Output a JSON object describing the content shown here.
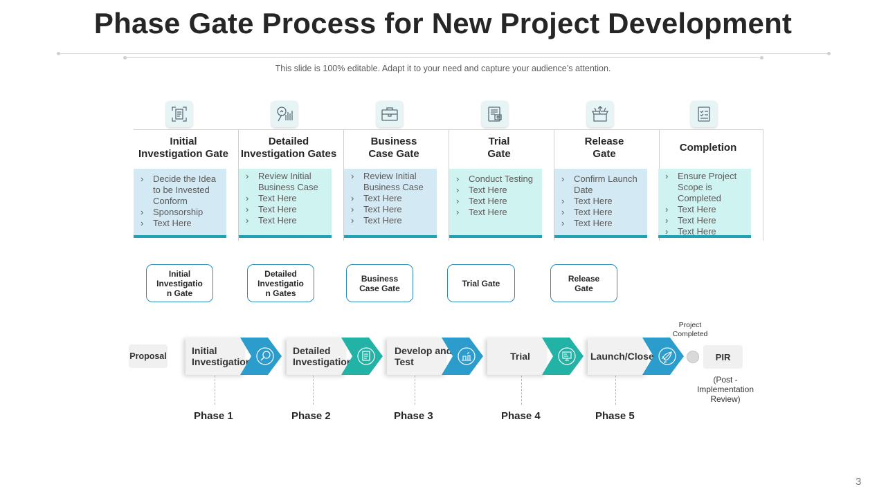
{
  "title": "Phase Gate Process for New Project Development",
  "subtitle": "This slide is 100% editable. Adapt it to your need and capture your audience’s attention.",
  "gates": [
    {
      "icon": "document-scan-icon",
      "heading_line1": "Initial",
      "heading_line2": "Investigation Gate",
      "color": "blue",
      "bullets": [
        "Decide the Idea to be Invested Conform",
        "Sponsorship",
        " Text Here"
      ]
    },
    {
      "icon": "magnifier-chart-icon",
      "heading_line1": "Detailed",
      "heading_line2": "Investigation Gates",
      "color": "teal",
      "bullets": [
        "Review Initial Business Case",
        "Text Here",
        "Text Here",
        "Text Here"
      ]
    },
    {
      "icon": "briefcase-icon",
      "heading_line1": "Business",
      "heading_line2": "Case Gate",
      "color": "blue",
      "bullets": [
        "Review Initial Business Case",
        "Text Here",
        "Text Here",
        "Text Here"
      ]
    },
    {
      "icon": "test-board-icon",
      "heading_line1": "Trial",
      "heading_line2": "Gate",
      "color": "teal",
      "bullets": [
        "Conduct Testing",
        " Text Here",
        " Text Here",
        " Text Here"
      ]
    },
    {
      "icon": "box-launch-icon",
      "heading_line1": "Release",
      "heading_line2": "Gate",
      "color": "blue",
      "bullets": [
        "Confirm Launch Date",
        "Text Here",
        "Text Here",
        "Text Here"
      ]
    },
    {
      "icon": "checklist-icon",
      "heading_line1": "Completion",
      "heading_line2": "",
      "color": "teal",
      "bullets": [
        "Ensure Project Scope is Completed",
        " Text Here",
        " Text Here",
        " Text Here"
      ]
    }
  ],
  "gate_buttons": [
    "Initial Investigatio n Gate",
    "Detailed Investigatio n Gates",
    "Business Case Gate",
    "Trial Gate",
    "Release Gate"
  ],
  "flow": {
    "start": "Proposal",
    "stages": [
      {
        "label": "Initial Investigation",
        "icon": "magnifier-eye-icon",
        "color": "#2b9ccc",
        "phase": "Phase 1"
      },
      {
        "label": "Detailed Investigation",
        "icon": "clipboard-icon",
        "color": "#22b2a6",
        "phase": "Phase 2"
      },
      {
        "label": "Develop and Test",
        "icon": "lab-bench-icon",
        "color": "#2b9ccc",
        "phase": "Phase 3"
      },
      {
        "label": "Trial",
        "icon": "monitor-test-icon",
        "color": "#22b2a6",
        "phase": "Phase 4"
      },
      {
        "label": "Launch/Close",
        "icon": "rocket-icon",
        "color": "#2b9ccc",
        "phase": "Phase 5"
      }
    ],
    "milestone_label": "Project Completed",
    "end": "PIR",
    "end_desc": "(Post - Implementation Review)"
  },
  "page_number": "3"
}
